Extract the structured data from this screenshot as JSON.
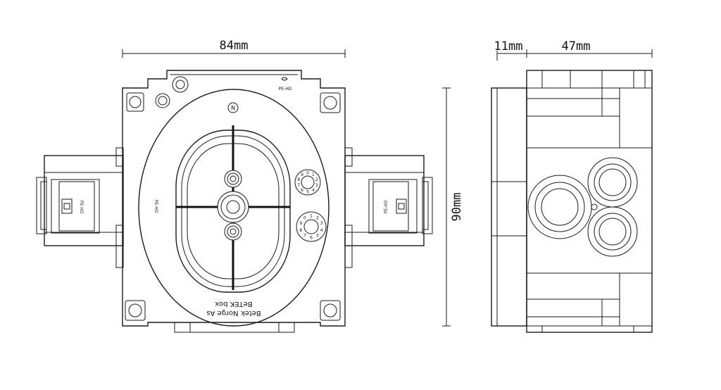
{
  "front_view": {
    "width_dim": "84mm",
    "height_dim": "90mm",
    "marker_n": "N",
    "brand_line1": "Betek Norge As",
    "brand_line2": "BeTEK box",
    "material_mark": "PE-HD"
  },
  "side_view": {
    "flange_dim": "11mm",
    "depth_dim": "47mm"
  },
  "dial_left": {
    "digits": [
      "0",
      "1",
      "2",
      "3",
      "4",
      "5",
      "6",
      "7",
      "8",
      "9"
    ]
  },
  "dial_right": {
    "digits": [
      "1",
      "2",
      "3",
      "4",
      "5",
      "6",
      "7",
      "8",
      "9",
      "0"
    ]
  }
}
